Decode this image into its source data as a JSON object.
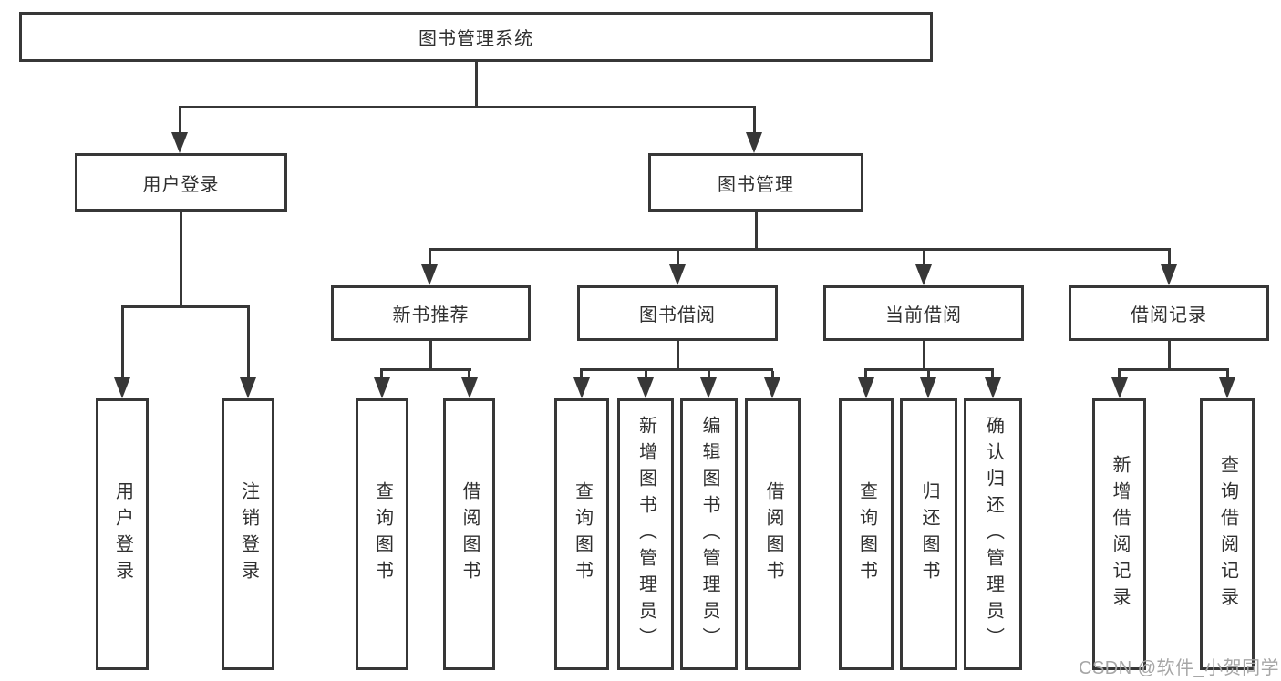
{
  "diagram": {
    "root": "图书管理系统",
    "login": {
      "label": "用户登录",
      "children": [
        "用户登录",
        "注销登录"
      ]
    },
    "mgmt": {
      "label": "图书管理",
      "groups": [
        {
          "label": "新书推荐",
          "children": [
            "查询图书",
            "借阅图书"
          ]
        },
        {
          "label": "图书借阅",
          "children": [
            "查询图书",
            "新增图书（管理员）",
            "编辑图书（管理员）",
            "借阅图书"
          ]
        },
        {
          "label": "当前借阅",
          "children": [
            "查询图书",
            "归还图书",
            "确认归还（管理员）"
          ]
        },
        {
          "label": "借阅记录",
          "children": [
            "新增借阅记录",
            "查询借阅记录"
          ]
        }
      ]
    }
  },
  "watermark": "CSDN @软件_小贺同学"
}
